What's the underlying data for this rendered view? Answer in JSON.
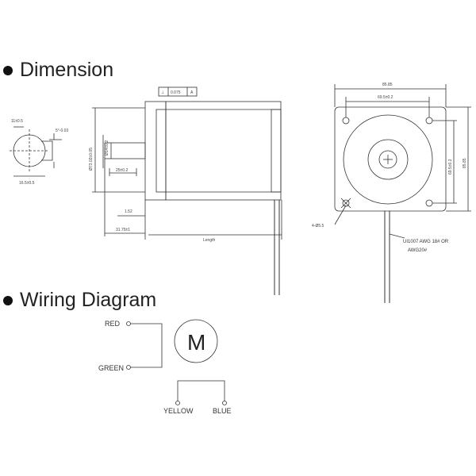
{
  "sections": {
    "dimension_title": "Dimension",
    "wiring_title": "Wiring Diagram"
  },
  "shaft_end": {
    "dim_11": "11±0.5",
    "dim_5": "5°-0.03",
    "dim_16": "16.5±0.5"
  },
  "side_view": {
    "tolerance_box_1": "⊥",
    "tolerance_box_2": "0.075",
    "tolerance_box_3": "A",
    "pilot_dia": "Ø73.02±0.05",
    "shaft_dia": "Ø14±0.2",
    "flat_len": "25±0.2",
    "step": "1.52",
    "shaft_len": "31.75±1",
    "length": "Length"
  },
  "front_view": {
    "width": "85.85",
    "hole_spacing_top": "69.5±0.2",
    "hole_spacing_side": "69.5±0.2",
    "height": "85.85",
    "mount_holes": "4-Ø5.5",
    "wire_spec_1": "UI1007 AWG 18# OR",
    "wire_spec_2": "AWG20#"
  },
  "wiring": {
    "motor_label": "M",
    "red": "RED",
    "green": "GREEN",
    "yellow": "YELLOW",
    "blue": "BLUE"
  }
}
